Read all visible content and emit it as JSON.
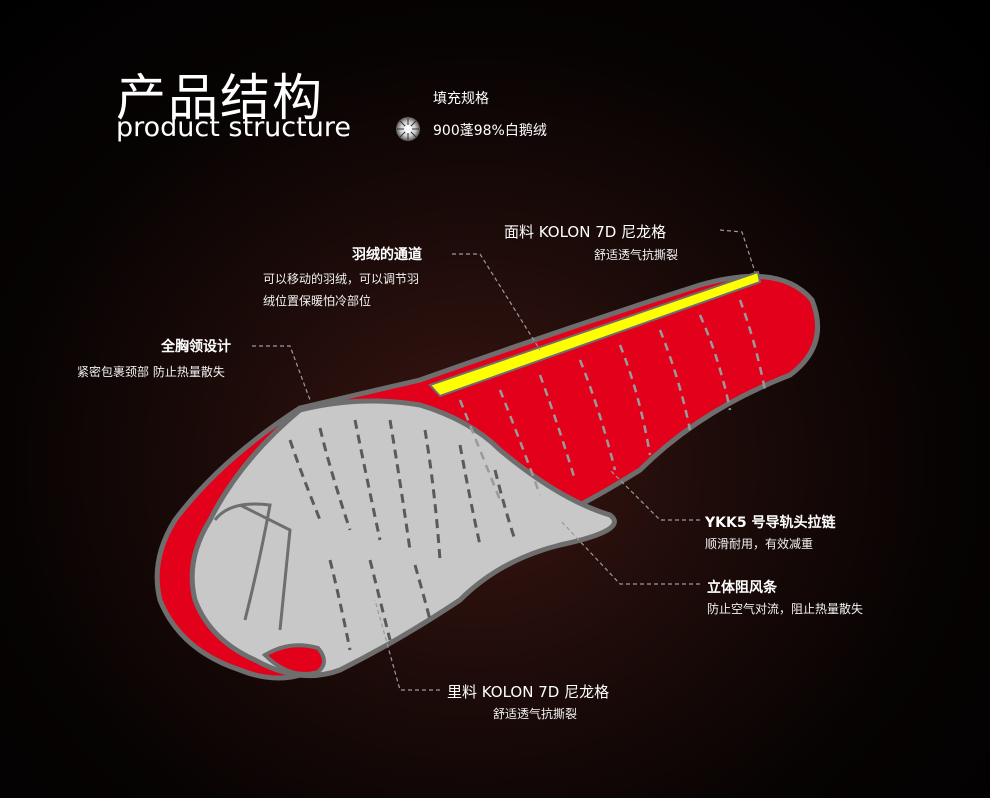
{
  "header": {
    "title_cn": "产品结构",
    "title_en": "product structure",
    "fill_title": "填充规格",
    "fill_value": "900蓬98%白鹅绒"
  },
  "callouts": {
    "face_fabric": {
      "label": "面料  KOLON 7D 尼龙格",
      "desc": "舒适透气抗撕裂"
    },
    "down_channel": {
      "label": "羽绒的通道",
      "desc_line1": "可以移动的羽绒，可以调节羽",
      "desc_line2": "绒位置保暖怕冷部位"
    },
    "collar": {
      "label": "全胸领设计",
      "desc": "紧密包裹颈部 防止热量散失"
    },
    "zipper": {
      "label": "YKK5 号导轨头拉链",
      "desc": "顺滑耐用，有效减重"
    },
    "draft_tube": {
      "label": "立体阻风条",
      "desc": "防止空气对流，阻止热量散失"
    },
    "lining": {
      "label": "里料  KOLON 7D 尼龙格",
      "desc": "舒适透气抗撕裂"
    }
  },
  "colors": {
    "shell_red": "#e3001b",
    "lining_grey": "#c8c8c8",
    "outline_grey": "#6e6e6e",
    "zipper_yellow": "#ffff00",
    "background": "#000000"
  }
}
